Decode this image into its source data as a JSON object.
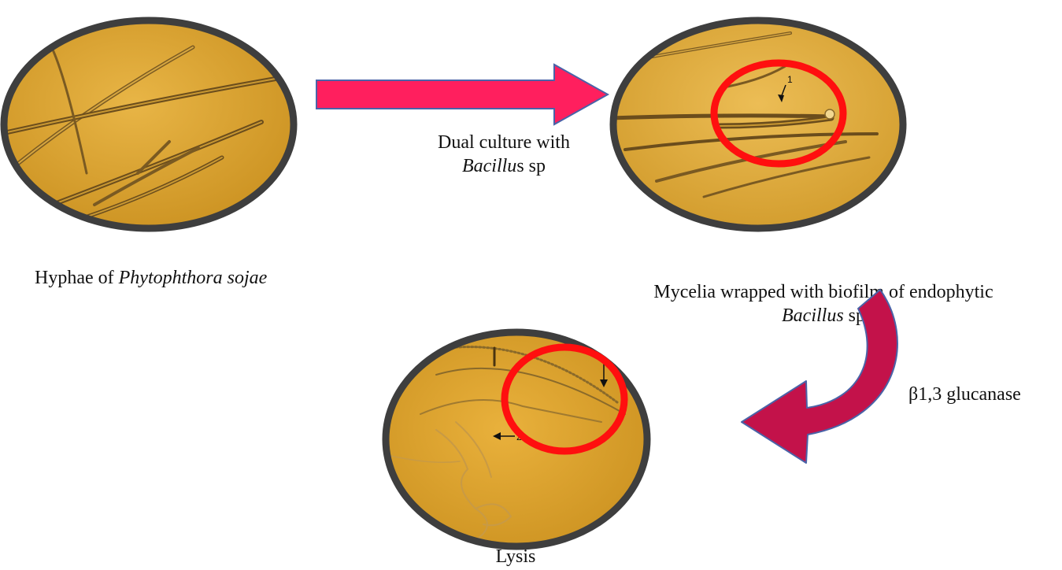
{
  "panels": {
    "hyphae": {
      "caption_prefix": "Hyphae of ",
      "caption_italic": "Phytophthora sojae"
    },
    "wrapped": {
      "caption_line1": "Mycelia wrapped with biofilm of endophytic",
      "caption_italic": "Bacillus",
      "caption_suffix": " sp",
      "marker_label": "1"
    },
    "lysis": {
      "caption": "Lysis",
      "marker_label": "2"
    }
  },
  "steps": {
    "dual_culture": {
      "line1": "Dual culture with",
      "italic": "Bacillu",
      "suffix": "s sp"
    },
    "enzyme": {
      "label": "β1,3 glucanase"
    }
  },
  "colors": {
    "microscope_background": "#d9a22a",
    "lens_rim": "#3e3e3e",
    "highlight_circle": "#ff0f0f",
    "arrow_pink": "#ff1f5e",
    "arrow_crimson": "#c3124a",
    "arrow_outline": "#4a63a8"
  }
}
